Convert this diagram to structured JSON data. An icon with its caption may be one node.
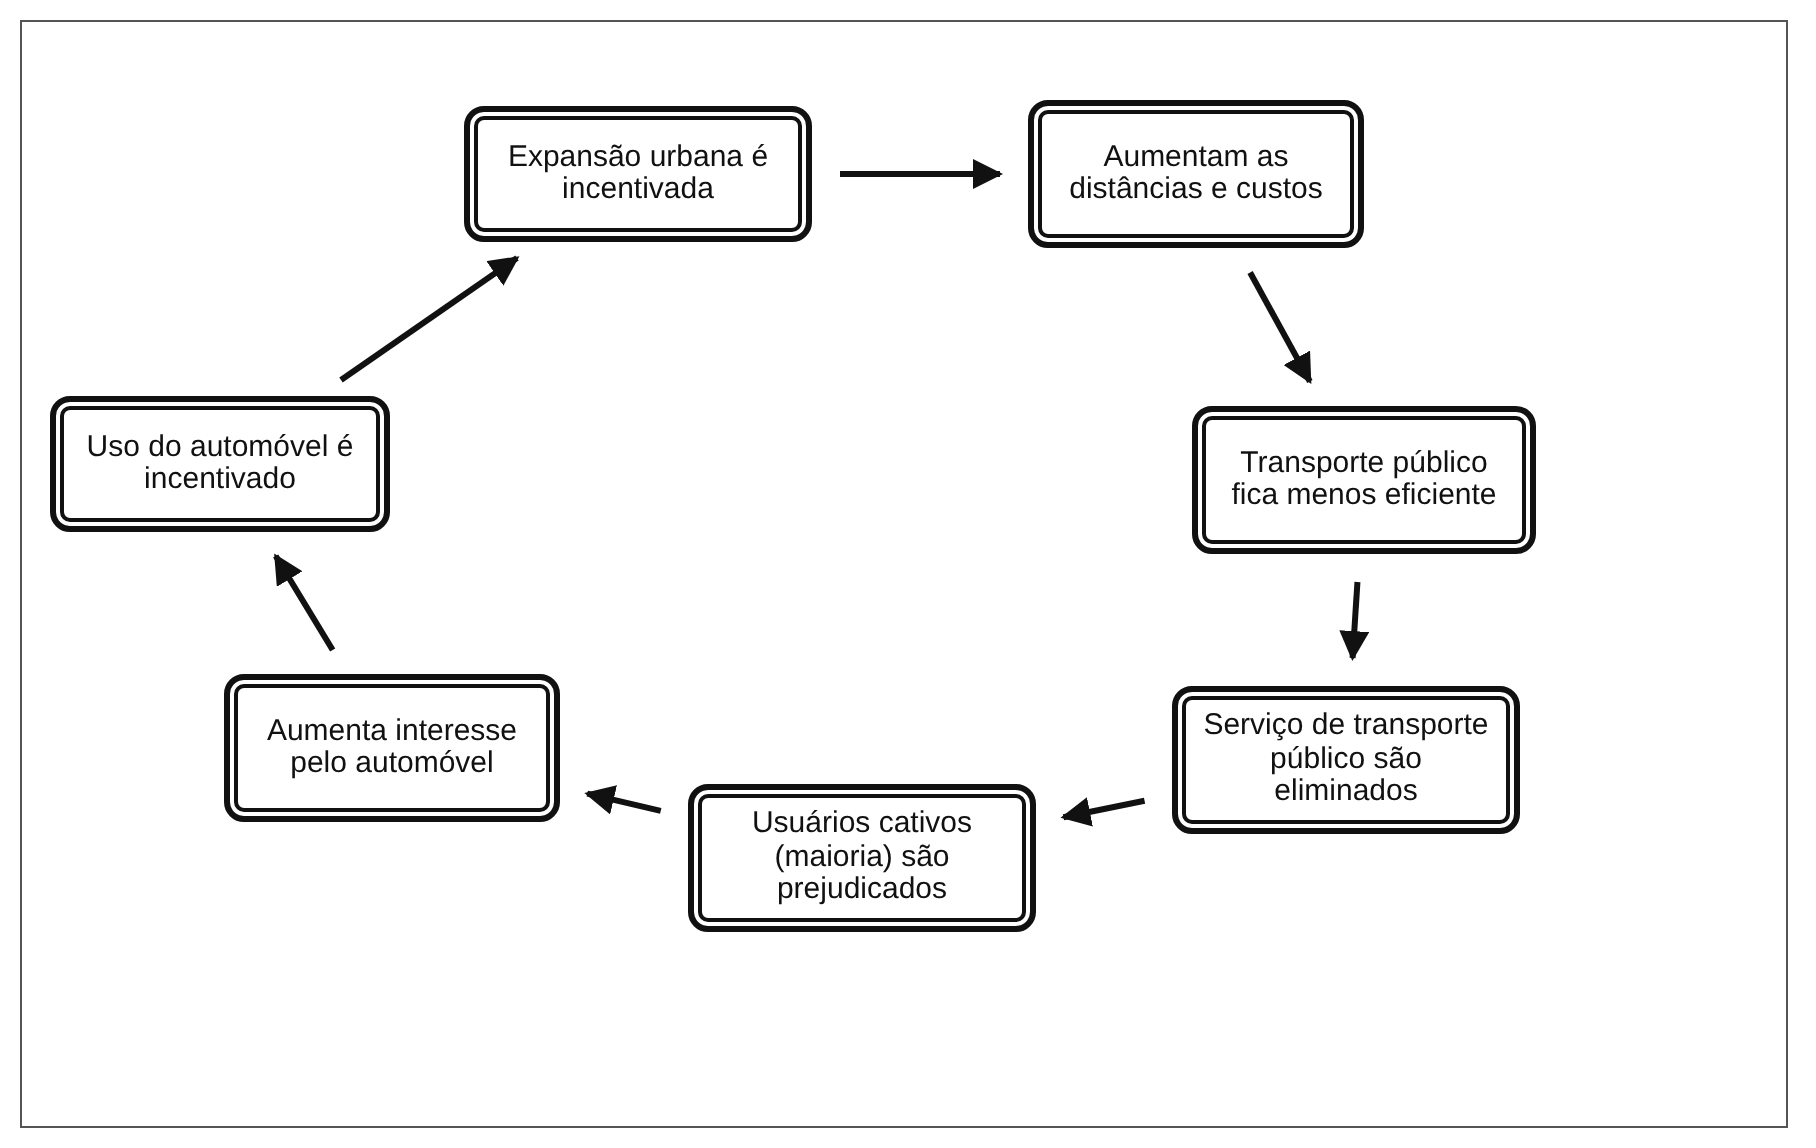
{
  "diagram": {
    "nodes": [
      {
        "text": [
          "Expansão urbana é incentivada"
        ]
      },
      {
        "text": [
          "Aumentam as distâncias e custos"
        ]
      },
      {
        "text": [
          "Transporte público fica menos eficiente"
        ]
      },
      {
        "text": [
          "Serviço de transporte público são eliminados"
        ]
      },
      {
        "text": [
          "Usuários cativos (maioria) são prejudicados"
        ]
      },
      {
        "text": [
          "Aumenta interesse pelo automóvel"
        ]
      },
      {
        "text": [
          "Uso do automóvel é incentivado"
        ]
      }
    ],
    "edges": [
      {
        "from": 0,
        "to": 1,
        "arrow": "to"
      },
      {
        "from": 1,
        "to": 2,
        "arrow": "to"
      },
      {
        "from": 2,
        "to": 3,
        "arrow": "to"
      },
      {
        "from": 3,
        "to": 4,
        "arrow": "to"
      },
      {
        "from": 4,
        "to": 5,
        "arrow": "to"
      },
      {
        "from": 5,
        "to": 6,
        "arrow": "to"
      },
      {
        "from": 6,
        "to": 0,
        "arrow": "to"
      }
    ]
  }
}
